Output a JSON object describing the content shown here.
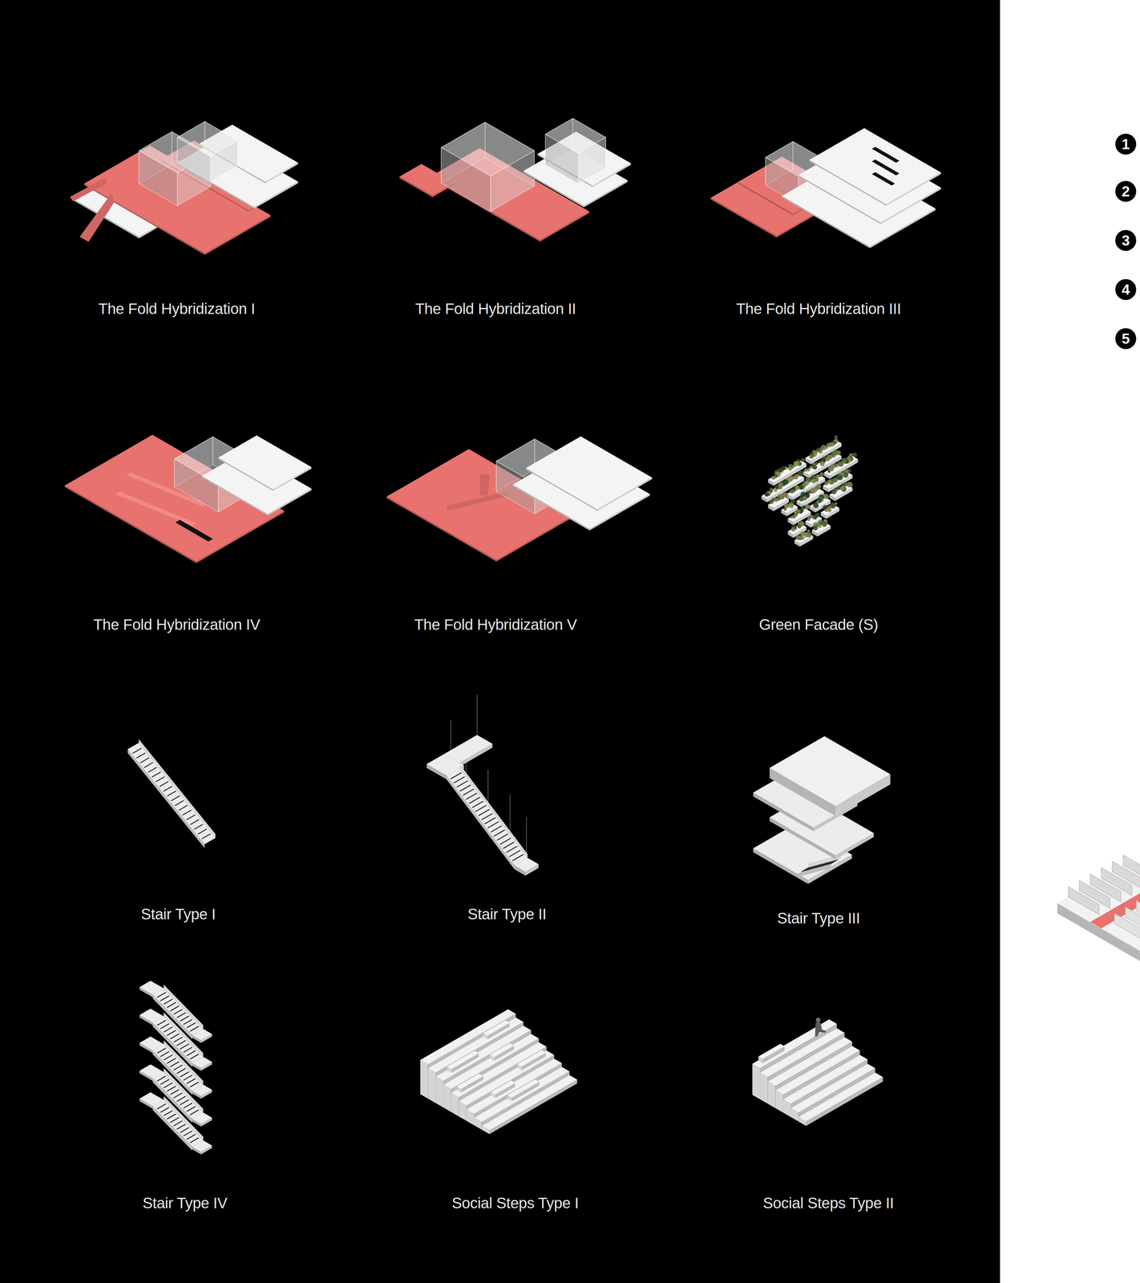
{
  "diagram": {
    "labels": [
      "The Fold Hybridization I",
      "The Fold Hybridization II",
      "The Fold Hybridization III",
      "The Fold Hybridization IV",
      "The Fold Hybridization V",
      "Green Facade (S)",
      "Stair Type I",
      "Stair Type II",
      "Stair Type III",
      "Stair Type IV",
      "Social Steps Type I",
      "Social Steps Type II",
      "1",
      "2",
      "3",
      "4",
      "5"
    ]
  }
}
